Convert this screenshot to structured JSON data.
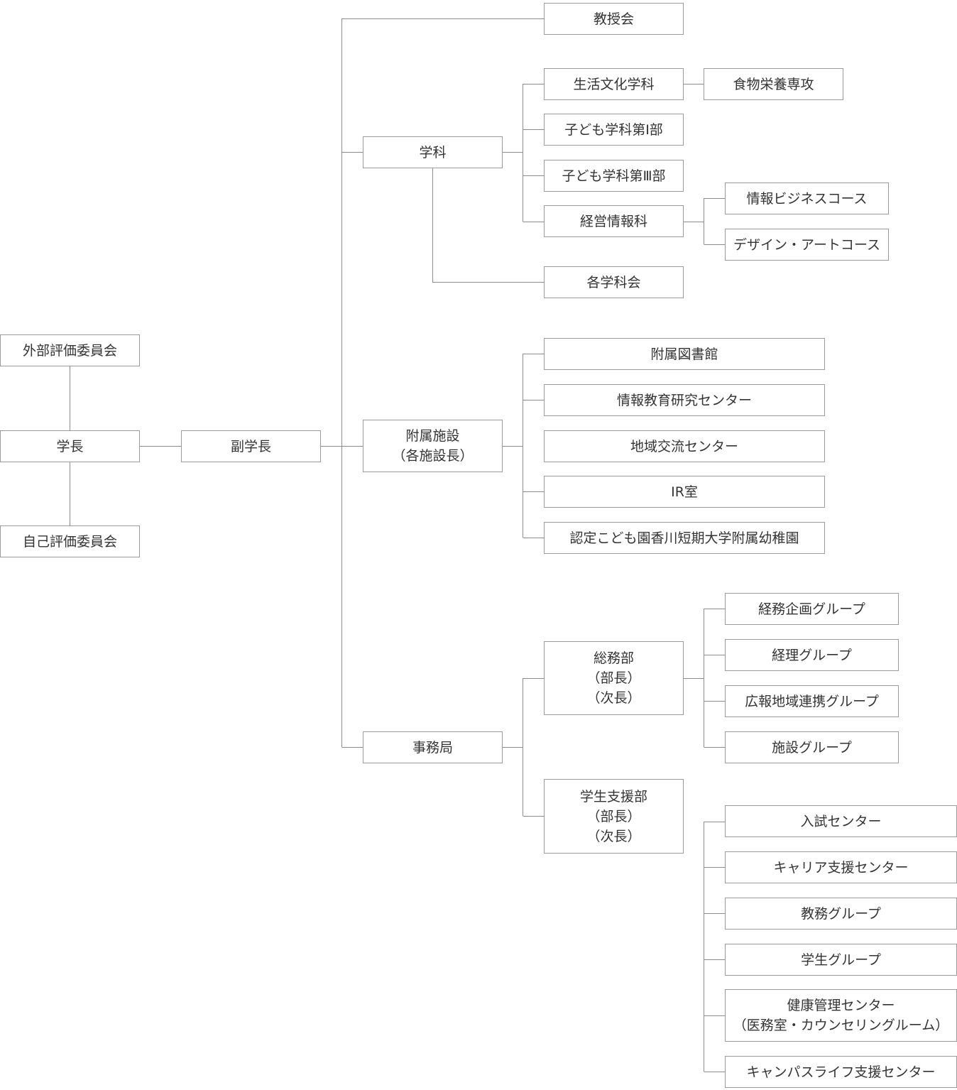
{
  "nodes": {
    "external_eval": "外部評価委員会",
    "president": "学長",
    "self_eval": "自己評価委員会",
    "vice_president": "副学長",
    "faculty_council": "教授会",
    "departments": "学科",
    "life_culture": "生活文化学科",
    "food_nutrition": "食物栄養専攻",
    "child_1": "子ども学科第Ⅰ部",
    "child_3": "子ども学科第Ⅲ部",
    "management_info": "経営情報科",
    "info_business": "情報ビジネスコース",
    "design_art": "デザイン・アートコース",
    "dept_councils": "各学科会",
    "facilities": [
      "附属施設",
      "（各施設長）"
    ],
    "library": "附属図書館",
    "info_edu_center": "情報教育研究センター",
    "regional_center": "地域交流センター",
    "ir_office": "IR室",
    "kindergarten": "認定こども園香川短期大学附属幼稚園",
    "secretariat": "事務局",
    "general_affairs": [
      "総務部",
      "（部長）",
      "（次長）"
    ],
    "student_support": [
      "学生支援部",
      "（部長）",
      "（次長）"
    ],
    "planning_group": "経務企画グループ",
    "accounting_group": "経理グループ",
    "pr_group": "広報地域連携グループ",
    "facility_group": "施設グループ",
    "admission_center": "入試センター",
    "career_center": "キャリア支援センター",
    "academic_group": "教務グループ",
    "student_group": "学生グループ",
    "health_center": [
      "健康管理センター",
      "（医務室・カウンセリングルーム）"
    ],
    "campus_life_center": "キャンパスライフ支援センター"
  }
}
